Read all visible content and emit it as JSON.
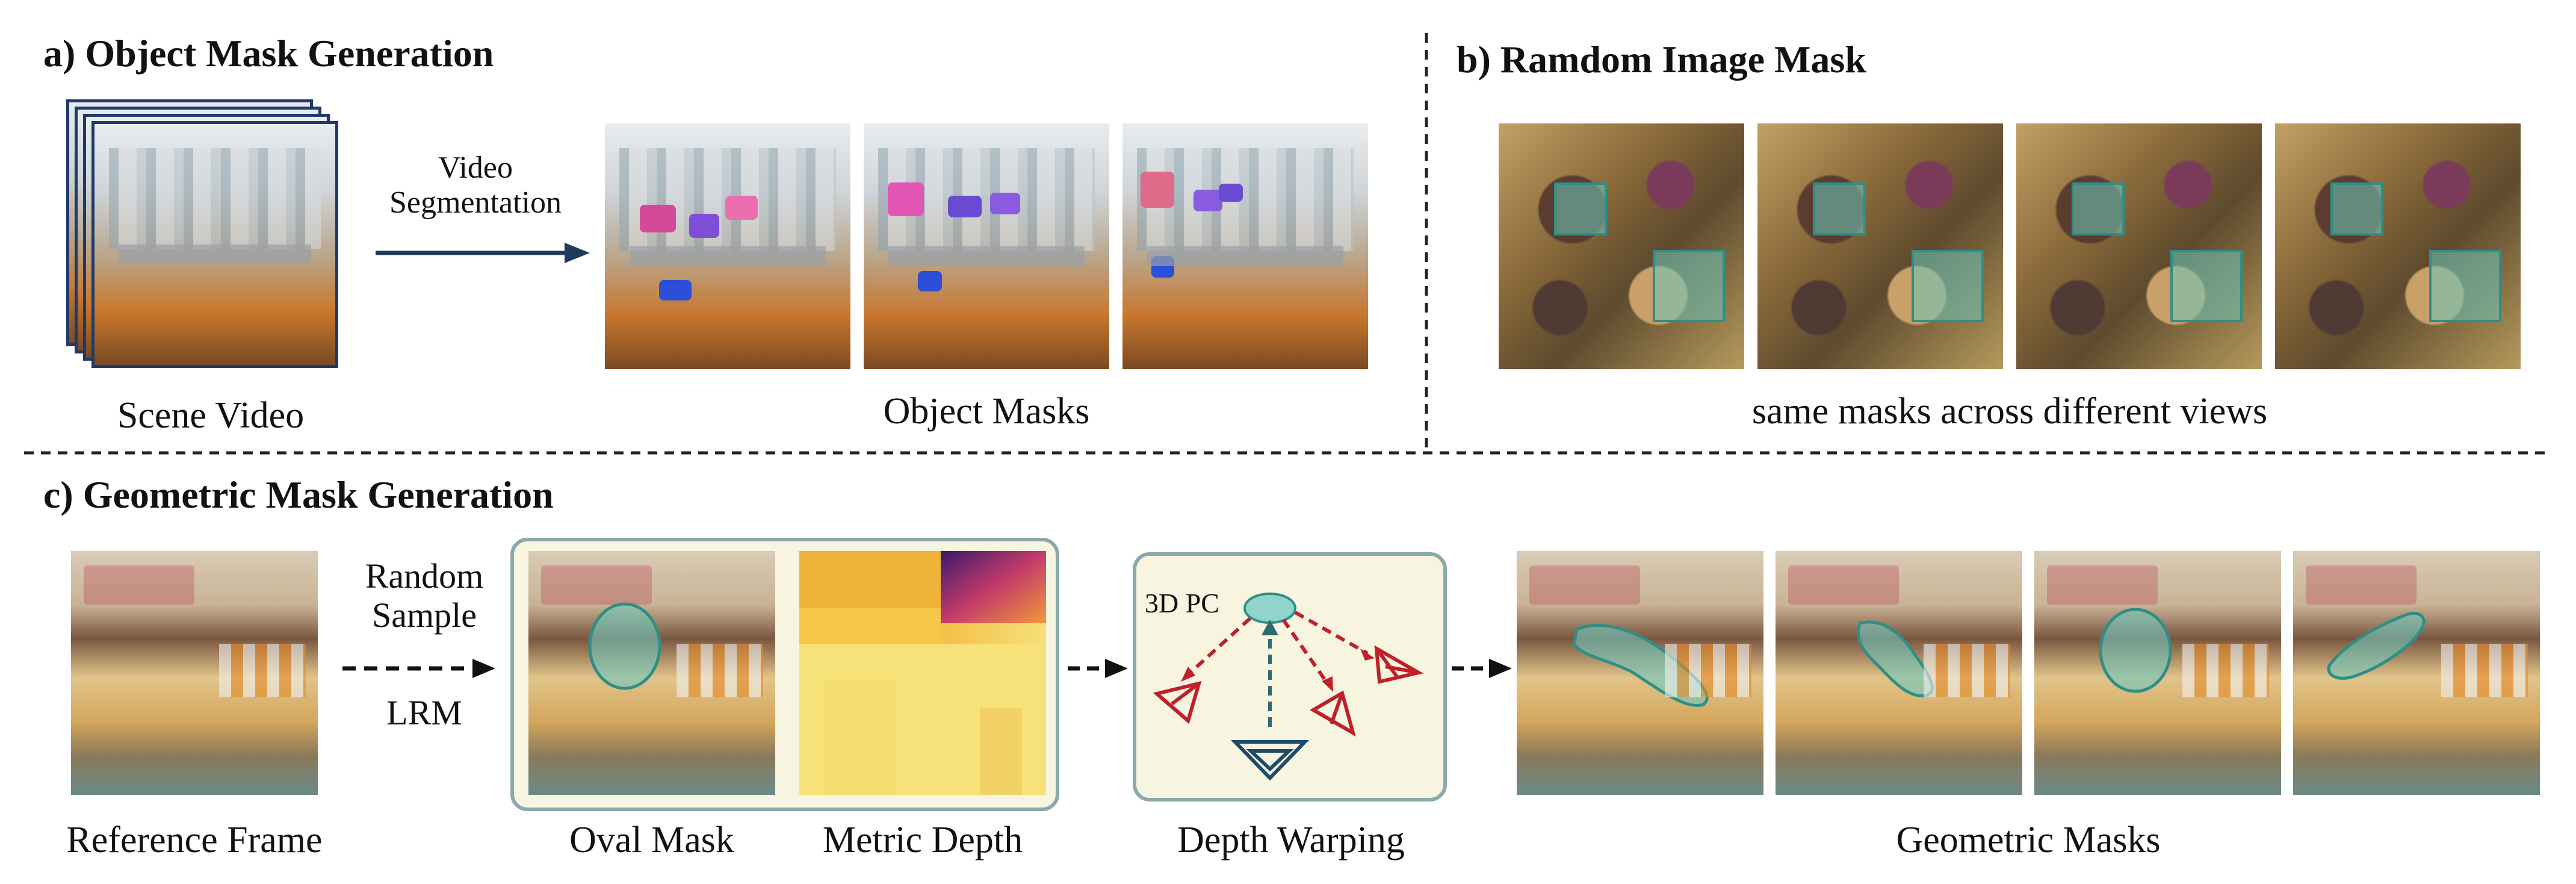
{
  "section_a": {
    "title": "a) Object Mask Generation",
    "scene_caption": "Scene Video",
    "arrow_label_line1": "Video",
    "arrow_label_line2": "Segmentation",
    "masks_caption": "Object Masks"
  },
  "section_b": {
    "title": "b) Ramdom Image Mask",
    "caption": "same masks across different views"
  },
  "section_c": {
    "title": "c) Geometric Mask Generation",
    "reference_caption": "Reference Frame",
    "random_line1": "Random",
    "random_line2": "Sample",
    "random_line3": "LRM",
    "oval_caption": "Oval Mask",
    "depth_caption": "Metric Depth",
    "pc_label": "3D PC",
    "warping_caption": "Depth Warping",
    "geometric_caption": "Geometric Masks"
  },
  "colors": {
    "mask_fill": "#6ec8be",
    "mask_border": "#2f8f86",
    "arrow_navy": "#1f3a5a",
    "camera_red": "#c0202a",
    "camera_blue": "#1f4a6a",
    "panel_fill": "#f7f5df",
    "panel_border": "#8aa9ac"
  }
}
